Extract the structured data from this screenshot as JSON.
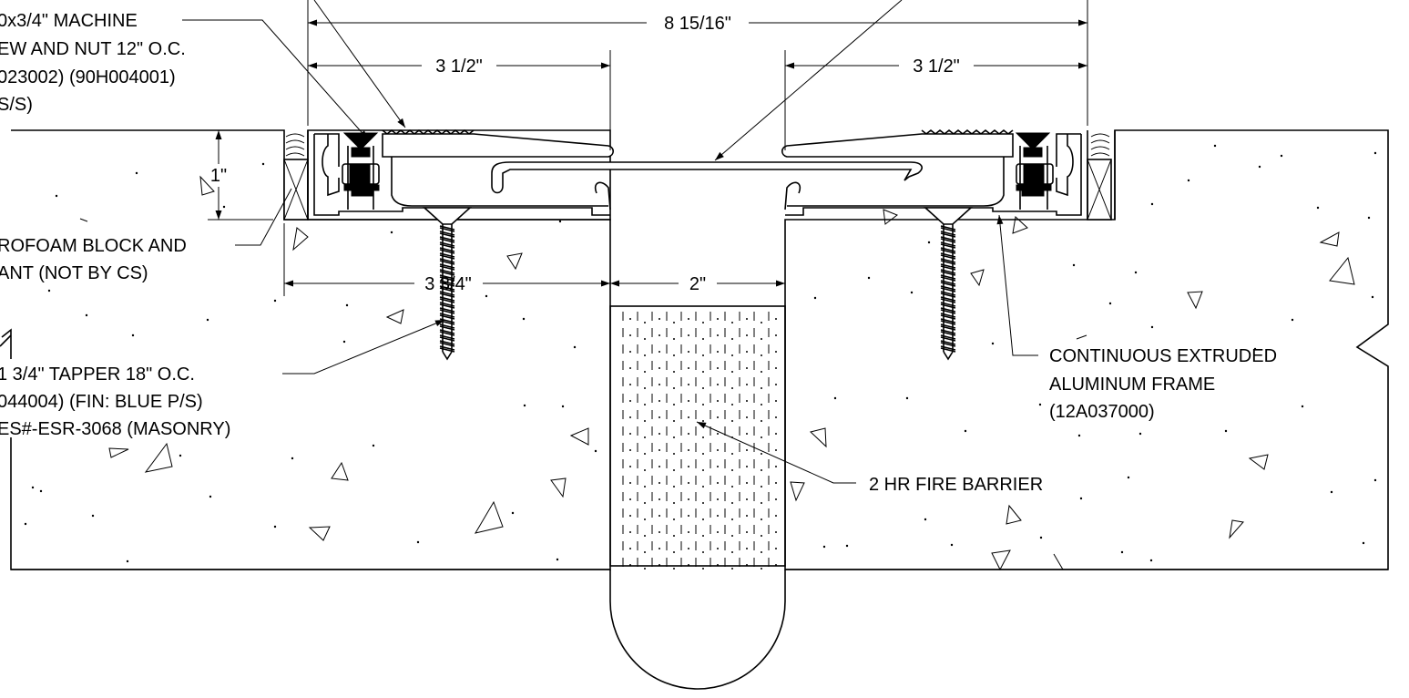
{
  "diagram": {
    "dimensions": {
      "overall_width": "8 15/16\"",
      "left_frame_width": "3 1/2\"",
      "right_frame_width": "3 1/2\"",
      "frame_height": "1\"",
      "anchor_setback": "3 3/4\"",
      "joint_width": "2\""
    },
    "callouts": {
      "machine_screw": [
        "0x3/4\" MACHINE",
        "EW AND NUT 12\" O.C.",
        "023002) (90H004001)",
        "S/S)"
      ],
      "styrofoam": [
        "ROFOAM BLOCK AND",
        "ANT (NOT BY CS)"
      ],
      "tapper": [
        "1 3/4\" TAPPER 18\" O.C.",
        "044004) (FIN: BLUE P/S)",
        "ES#-ESR-3068 (MASONRY)"
      ],
      "frame": [
        "CONTINUOUS EXTRUDED",
        "ALUMINUM FRAME",
        "(12A037000)"
      ],
      "fire_barrier": "2 HR FIRE BARRIER"
    },
    "colors": {
      "line": "#000000",
      "background": "#ffffff"
    }
  }
}
